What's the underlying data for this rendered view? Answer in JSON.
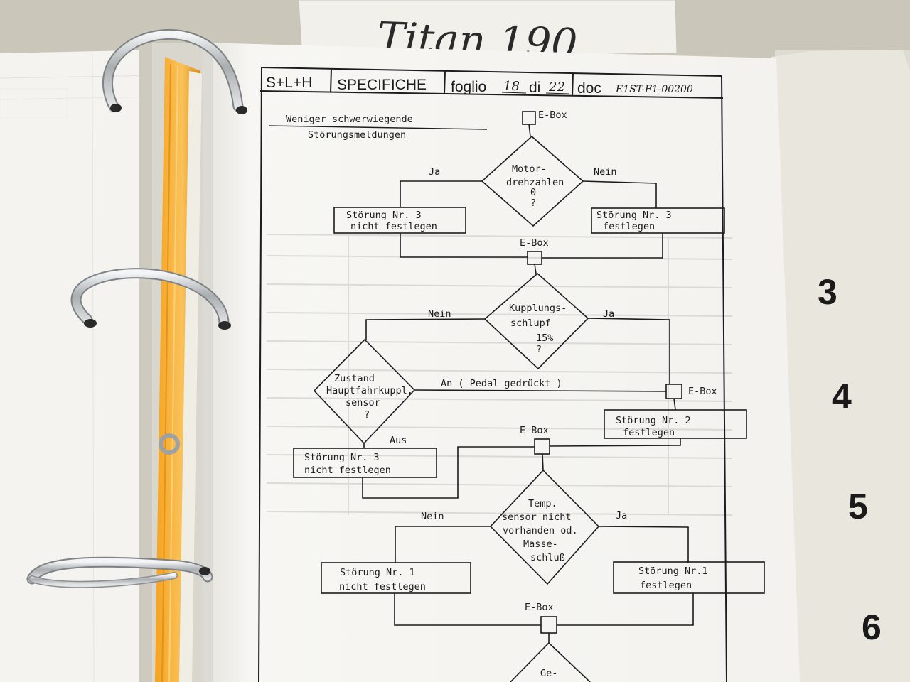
{
  "note": {
    "label": "Titan 190"
  },
  "header": {
    "company": "S+L+H",
    "section": "SPECIFICHE",
    "sheet_label": "foglio",
    "sheet_number": "18",
    "sheet_of": "di",
    "sheet_total": "22",
    "doc_label": "doc",
    "doc_code": "E1ST-F1-00200"
  },
  "flowchart": {
    "title_line1": "Weniger schwerwiegende",
    "title_line2": "Störungsmeldungen",
    "ebox": "E-Box",
    "d1": [
      "Motor-",
      "drehzahlen",
      "0",
      "?"
    ],
    "d1_yes": "Ja",
    "d1_no": "Nein",
    "b1_left": [
      "Störung Nr. 3",
      "nicht festlegen"
    ],
    "b1_right": [
      "Störung Nr. 3",
      "festlegen"
    ],
    "d2": [
      "Kupplungs-",
      "schlupf",
      "15%",
      "?"
    ],
    "d2_no": "Nein",
    "d2_yes": "Ja",
    "d3": [
      "Zustand",
      "Hauptfahrkuppl.",
      "sensor",
      "?"
    ],
    "d3_on": "An ( Pedal gedrückt )",
    "d3_off": "Aus",
    "b2_right": [
      "Störung Nr. 2",
      "festlegen"
    ],
    "b2_left": [
      "Störung Nr. 3",
      "nicht festlegen"
    ],
    "d4": [
      "Temp.",
      "sensor nicht",
      "vorhanden od.",
      "Masse-",
      "schluß"
    ],
    "d4_no": "Nein",
    "d4_yes": "Ja",
    "b3_left": [
      "Störung Nr. 1",
      "nicht festlegen"
    ],
    "b3_right": [
      "Störung Nr.1",
      "festlegen"
    ],
    "d5_partial": "Ge-"
  },
  "tabs": [
    "3",
    "4",
    "5",
    "6"
  ],
  "colors": {
    "paper": "#f7f6f2",
    "ink": "#1c1c1c",
    "ring": "#bfc2c4",
    "tab_edge": "#f5a623"
  }
}
